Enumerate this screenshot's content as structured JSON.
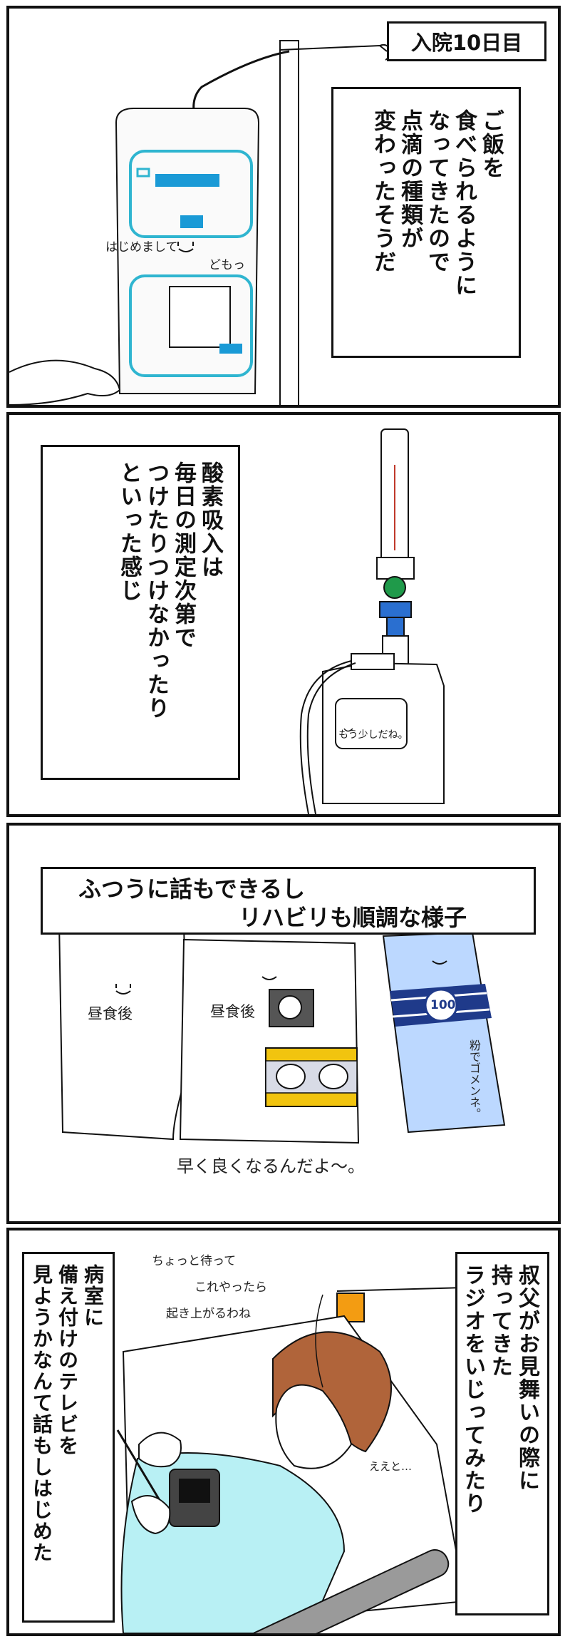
{
  "panel1": {
    "day_tag": "入院10日目",
    "narration": "ご飯を\n食べられるように\nなってきたので\n点滴の種類が\n変わったそうだ",
    "bag_text_left": "はじめまして",
    "bag_text_right": "どもっ"
  },
  "panel2": {
    "narration": "酸素吸入は\n毎日の測定次第で\nつけたりつけなかったり\nといった感じ",
    "bottle_text": "もう少しだね。"
  },
  "panel3": {
    "narration_line1": "ふつうに話もできるし",
    "narration_line2": "リハビリも順調な様子",
    "packet1_label": "昼食後",
    "packet2_label": "昼食後",
    "badge_text": "100",
    "blue_packet_text": "粉でゴメンネ。",
    "caption": "早く良くなるんだよ〜。"
  },
  "panel4": {
    "narration_right": "叔父がお見舞いの際に\n持ってきた\nラジオをいじってみたり",
    "narration_left": "病室に\n備え付けのテレビを\n見ようかなんて話もしはじめた",
    "speech_line1": "ちょっと待って",
    "speech_line2": "これやったら",
    "speech_line3": "起き上がるわね",
    "mutter": "ええと…"
  },
  "colors": {
    "ink": "#111111",
    "iv_blue": "#2fb5d0",
    "iv_label": "#1a9ad6",
    "green_valve": "#1f9a4a",
    "blue_connector": "#2a6fd0",
    "yellow": "#f1c40f",
    "navy": "#1f3a8a",
    "light_blue": "#bcd8ff",
    "hair": "#b0643a",
    "gown": "#b8f0f4",
    "orange": "#f39c12"
  }
}
